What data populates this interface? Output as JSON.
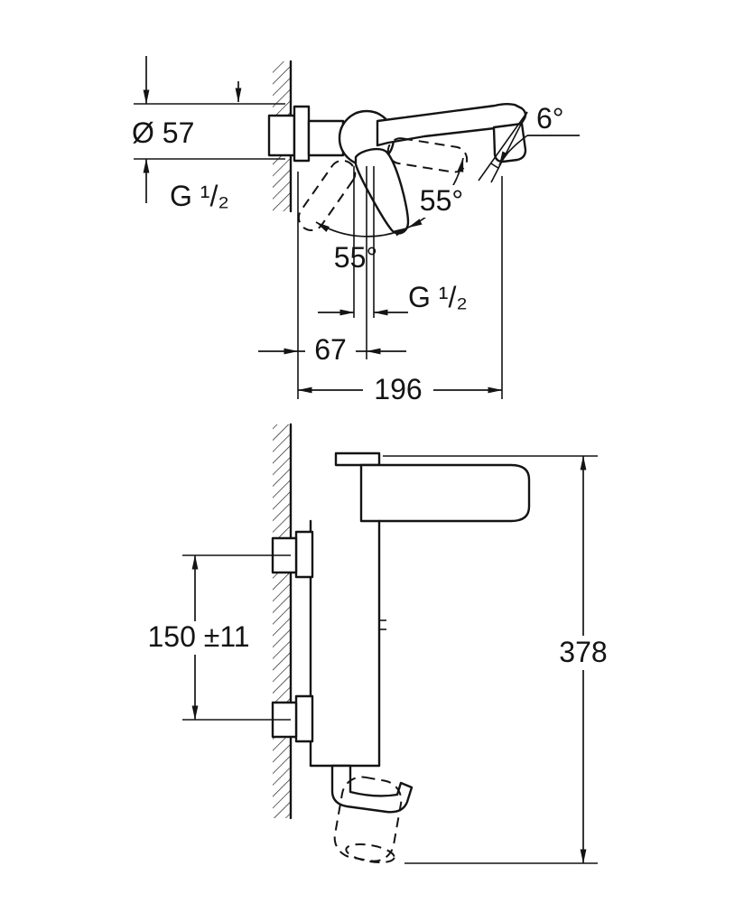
{
  "drawing": {
    "background": "#ffffff",
    "line_color": "#141414",
    "views": {
      "side_profile": {
        "description": "side profile of wall-mounted single-lever mixer with handle swing angles",
        "labels": {
          "flange_diameter": "Ø 57",
          "inlet_thread": "G ¹/₂",
          "spout_angle": "6°",
          "handle_swing_upper": "55°",
          "handle_swing_lower": "55°",
          "outlet_thread": "G ¹/₂",
          "wall_to_cartridge_center": "67",
          "wall_to_spout_tip": "196"
        }
      },
      "front_elevation": {
        "description": "elevation with mounting union distance and overall height",
        "labels": {
          "union_distance": "150 ±11",
          "overall_height": "378"
        }
      }
    }
  }
}
